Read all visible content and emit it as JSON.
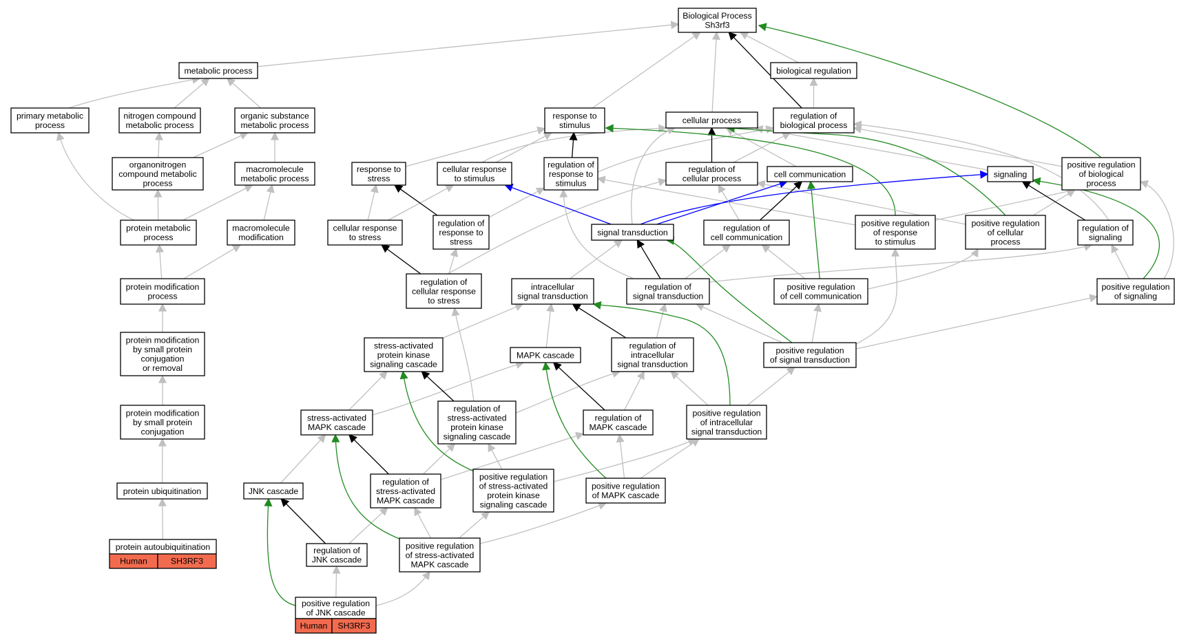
{
  "colors": {
    "is_a": "#c0c0c0",
    "part_of": "#000000",
    "positively_regulates": "#228b22",
    "regulates": "#0000ff",
    "gene_fill": "#f26b4f"
  },
  "nodes": [
    {
      "id": "bp",
      "lines": [
        "Biological Process",
        "Sh3rf3"
      ]
    },
    {
      "id": "metab",
      "lines": [
        "metabolic process"
      ]
    },
    {
      "id": "bioreg",
      "lines": [
        "biological regulation"
      ]
    },
    {
      "id": "primet",
      "lines": [
        "primary metabolic",
        "process"
      ]
    },
    {
      "id": "nitro",
      "lines": [
        "nitrogen compound",
        "metabolic process"
      ]
    },
    {
      "id": "orgsub",
      "lines": [
        "organic substance",
        "metabolic process"
      ]
    },
    {
      "id": "resp",
      "lines": [
        "response to",
        "stimulus"
      ]
    },
    {
      "id": "cellproc",
      "lines": [
        "cellular process"
      ]
    },
    {
      "id": "regbio",
      "lines": [
        "regulation of",
        "biological process"
      ]
    },
    {
      "id": "orgnit",
      "lines": [
        "organonitrogen",
        "compound metabolic",
        "process"
      ]
    },
    {
      "id": "macmet",
      "lines": [
        "macromolecule",
        "metabolic process"
      ]
    },
    {
      "id": "respstress",
      "lines": [
        "response to",
        "stress"
      ]
    },
    {
      "id": "cellresp",
      "lines": [
        "cellular response",
        "to stimulus"
      ]
    },
    {
      "id": "regresp",
      "lines": [
        "regulation of",
        "response to",
        "stimulus"
      ]
    },
    {
      "id": "regcell",
      "lines": [
        "regulation of",
        "cellular process"
      ]
    },
    {
      "id": "cellcomm",
      "lines": [
        "cell communication"
      ]
    },
    {
      "id": "signaling",
      "lines": [
        "signaling"
      ]
    },
    {
      "id": "posregbio",
      "lines": [
        "positive regulation",
        "of biological",
        "process"
      ]
    },
    {
      "id": "protmet",
      "lines": [
        "protein metabolic",
        "process"
      ]
    },
    {
      "id": "macmod",
      "lines": [
        "macromolecule",
        "modification"
      ]
    },
    {
      "id": "cellrespstress",
      "lines": [
        "cellular response",
        "to stress"
      ]
    },
    {
      "id": "regrespstress",
      "lines": [
        "regulation of",
        "response to",
        "stress"
      ]
    },
    {
      "id": "sigtrans",
      "lines": [
        "signal transduction"
      ]
    },
    {
      "id": "regcellcomm",
      "lines": [
        "regulation of",
        "cell communication"
      ]
    },
    {
      "id": "posregresp",
      "lines": [
        "positive regulation",
        "of response",
        "to stimulus"
      ]
    },
    {
      "id": "posregcell",
      "lines": [
        "positive regulation",
        "of cellular",
        "process"
      ]
    },
    {
      "id": "regsig",
      "lines": [
        "regulation of",
        "signaling"
      ]
    },
    {
      "id": "protmod",
      "lines": [
        "protein modification",
        "process"
      ]
    },
    {
      "id": "regcellrespstress",
      "lines": [
        "regulation of",
        "cellular response",
        "to stress"
      ]
    },
    {
      "id": "intrasig",
      "lines": [
        "intracellular",
        "signal transduction"
      ]
    },
    {
      "id": "regsigtrans",
      "lines": [
        "regulation of",
        "signal transduction"
      ]
    },
    {
      "id": "posregcellcomm",
      "lines": [
        "positive regulation",
        "of cell communication"
      ]
    },
    {
      "id": "posregsig",
      "lines": [
        "positive regulation",
        "of signaling"
      ]
    },
    {
      "id": "protmodsmall",
      "lines": [
        "protein modification",
        "by small protein",
        "conjugation",
        "or removal"
      ]
    },
    {
      "id": "sapk",
      "lines": [
        "stress-activated",
        "protein kinase",
        "signaling cascade"
      ]
    },
    {
      "id": "mapk",
      "lines": [
        "MAPK cascade"
      ]
    },
    {
      "id": "regintra",
      "lines": [
        "regulation of",
        "intracellular",
        "signal transduction"
      ]
    },
    {
      "id": "posregsigtrans",
      "lines": [
        "positive regulation",
        "of signal transduction"
      ]
    },
    {
      "id": "protmodconj",
      "lines": [
        "protein modification",
        "by small protein",
        "conjugation"
      ]
    },
    {
      "id": "samapk",
      "lines": [
        "stress-activated",
        "MAPK cascade"
      ]
    },
    {
      "id": "regsapk",
      "lines": [
        "regulation of",
        "stress-activated",
        "protein kinase",
        "signaling cascade"
      ]
    },
    {
      "id": "regmapk",
      "lines": [
        "regulation of",
        "MAPK cascade"
      ]
    },
    {
      "id": "posregintra",
      "lines": [
        "positive regulation",
        "of intracellular",
        "signal transduction"
      ]
    },
    {
      "id": "protubi",
      "lines": [
        "protein ubiquitination"
      ]
    },
    {
      "id": "jnk",
      "lines": [
        "JNK cascade"
      ]
    },
    {
      "id": "regsamapk",
      "lines": [
        "regulation of",
        "stress-activated",
        "MAPK cascade"
      ]
    },
    {
      "id": "posregsapk",
      "lines": [
        "positive regulation",
        "of stress-activated",
        "protein kinase",
        "signaling cascade"
      ]
    },
    {
      "id": "posregmapk",
      "lines": [
        "positive regulation",
        "of MAPK cascade"
      ]
    },
    {
      "id": "protautoubi",
      "lines": [
        "protein autoubiquitination"
      ]
    },
    {
      "id": "regjnk",
      "lines": [
        "regulation of",
        "JNK cascade"
      ]
    },
    {
      "id": "posregsamapk",
      "lines": [
        "positive regulation",
        "of stress-activated",
        "MAPK cascade"
      ]
    },
    {
      "id": "posregjnk",
      "lines": [
        "positive regulation",
        "of JNK cascade"
      ]
    }
  ],
  "gene_annotations": [
    {
      "node": "protautoubi",
      "species": "Human",
      "gene": "SH3RF3"
    },
    {
      "node": "posregjnk",
      "species": "Human",
      "gene": "SH3RF3"
    }
  ],
  "edges": [
    {
      "from": "metab",
      "to": "bp",
      "type": "is_a"
    },
    {
      "from": "resp",
      "to": "bp",
      "type": "is_a"
    },
    {
      "from": "cellproc",
      "to": "bp",
      "type": "is_a"
    },
    {
      "from": "bioreg",
      "to": "bp",
      "type": "is_a"
    },
    {
      "from": "regbio",
      "to": "bp",
      "type": "part_of"
    },
    {
      "from": "posregbio",
      "to": "bp",
      "type": "positively_regulates"
    },
    {
      "from": "primet",
      "to": "metab",
      "type": "is_a"
    },
    {
      "from": "nitro",
      "to": "metab",
      "type": "is_a"
    },
    {
      "from": "orgsub",
      "to": "metab",
      "type": "is_a"
    },
    {
      "from": "regbio",
      "to": "bioreg",
      "type": "is_a"
    },
    {
      "from": "orgnit",
      "to": "nitro",
      "type": "is_a"
    },
    {
      "from": "orgnit",
      "to": "orgsub",
      "type": "is_a"
    },
    {
      "from": "macmet",
      "to": "orgsub",
      "type": "is_a"
    },
    {
      "from": "protmet",
      "to": "primet",
      "type": "is_a"
    },
    {
      "from": "protmet",
      "to": "orgnit",
      "type": "is_a"
    },
    {
      "from": "protmet",
      "to": "macmet",
      "type": "is_a"
    },
    {
      "from": "macmod",
      "to": "macmet",
      "type": "is_a"
    },
    {
      "from": "protmod",
      "to": "protmet",
      "type": "is_a"
    },
    {
      "from": "protmod",
      "to": "macmod",
      "type": "is_a"
    },
    {
      "from": "protmodsmall",
      "to": "protmod",
      "type": "is_a"
    },
    {
      "from": "protmodconj",
      "to": "protmodsmall",
      "type": "is_a"
    },
    {
      "from": "protubi",
      "to": "protmodconj",
      "type": "is_a"
    },
    {
      "from": "protautoubi",
      "to": "protubi",
      "type": "is_a"
    },
    {
      "from": "respstress",
      "to": "resp",
      "type": "is_a"
    },
    {
      "from": "cellresp",
      "to": "resp",
      "type": "is_a"
    },
    {
      "from": "cellresp",
      "to": "cellproc",
      "type": "is_a"
    },
    {
      "from": "regresp",
      "to": "resp",
      "type": "part_of"
    },
    {
      "from": "regresp",
      "to": "regbio",
      "type": "is_a"
    },
    {
      "from": "regcell",
      "to": "cellproc",
      "type": "part_of"
    },
    {
      "from": "regcell",
      "to": "regbio",
      "type": "is_a"
    },
    {
      "from": "cellcomm",
      "to": "cellproc",
      "type": "is_a"
    },
    {
      "from": "signaling",
      "to": "cellproc",
      "type": "is_a"
    },
    {
      "from": "posregbio",
      "to": "regbio",
      "type": "is_a"
    },
    {
      "from": "posregresp",
      "to": "resp",
      "type": "positively_regulates"
    },
    {
      "from": "posregresp",
      "to": "regresp",
      "type": "is_a"
    },
    {
      "from": "posregresp",
      "to": "posregbio",
      "type": "is_a"
    },
    {
      "from": "posregcell",
      "to": "cellproc",
      "type": "positively_regulates"
    },
    {
      "from": "posregcell",
      "to": "regcell",
      "type": "is_a"
    },
    {
      "from": "posregcell",
      "to": "posregbio",
      "type": "is_a"
    },
    {
      "from": "regsig",
      "to": "signaling",
      "type": "part_of"
    },
    {
      "from": "regsig",
      "to": "regbio",
      "type": "is_a"
    },
    {
      "from": "cellrespstress",
      "to": "respstress",
      "type": "is_a"
    },
    {
      "from": "cellrespstress",
      "to": "cellresp",
      "type": "is_a"
    },
    {
      "from": "regrespstress",
      "to": "respstress",
      "type": "part_of"
    },
    {
      "from": "regrespstress",
      "to": "regresp",
      "type": "is_a"
    },
    {
      "from": "regcellrespstress",
      "to": "cellrespstress",
      "type": "part_of"
    },
    {
      "from": "regcellrespstress",
      "to": "regrespstress",
      "type": "is_a"
    },
    {
      "from": "regcellrespstress",
      "to": "regcell",
      "type": "is_a"
    },
    {
      "from": "sigtrans",
      "to": "cellresp",
      "type": "regulates"
    },
    {
      "from": "sigtrans",
      "to": "cellproc",
      "type": "is_a"
    },
    {
      "from": "sigtrans",
      "to": "cellcomm",
      "type": "regulates"
    },
    {
      "from": "sigtrans",
      "to": "signaling",
      "type": "regulates"
    },
    {
      "from": "regcellcomm",
      "to": "cellcomm",
      "type": "part_of"
    },
    {
      "from": "regcellcomm",
      "to": "regcell",
      "type": "is_a"
    },
    {
      "from": "regsigtrans",
      "to": "sigtrans",
      "type": "part_of"
    },
    {
      "from": "regsigtrans",
      "to": "regcellcomm",
      "type": "is_a"
    },
    {
      "from": "regsigtrans",
      "to": "regresp",
      "type": "is_a"
    },
    {
      "from": "regsigtrans",
      "to": "regsig",
      "type": "is_a"
    },
    {
      "from": "posregcellcomm",
      "to": "cellcomm",
      "type": "positively_regulates"
    },
    {
      "from": "posregcellcomm",
      "to": "regcellcomm",
      "type": "is_a"
    },
    {
      "from": "posregcellcomm",
      "to": "posregcell",
      "type": "is_a"
    },
    {
      "from": "posregsig",
      "to": "signaling",
      "type": "positively_regulates"
    },
    {
      "from": "posregsig",
      "to": "regsig",
      "type": "is_a"
    },
    {
      "from": "posregsig",
      "to": "posregbio",
      "type": "is_a"
    },
    {
      "from": "intrasig",
      "to": "sigtrans",
      "type": "is_a"
    },
    {
      "from": "sapk",
      "to": "intrasig",
      "type": "is_a"
    },
    {
      "from": "mapk",
      "to": "intrasig",
      "type": "is_a"
    },
    {
      "from": "regintra",
      "to": "intrasig",
      "type": "part_of"
    },
    {
      "from": "regintra",
      "to": "regsigtrans",
      "type": "is_a"
    },
    {
      "from": "posregsigtrans",
      "to": "sigtrans",
      "type": "positively_regulates"
    },
    {
      "from": "posregsigtrans",
      "to": "regsigtrans",
      "type": "is_a"
    },
    {
      "from": "posregsigtrans",
      "to": "posregcellcomm",
      "type": "is_a"
    },
    {
      "from": "posregsigtrans",
      "to": "posregsig",
      "type": "is_a"
    },
    {
      "from": "posregsigtrans",
      "to": "posregresp",
      "type": "is_a"
    },
    {
      "from": "samapk",
      "to": "sapk",
      "type": "is_a"
    },
    {
      "from": "samapk",
      "to": "mapk",
      "type": "is_a"
    },
    {
      "from": "regsapk",
      "to": "sapk",
      "type": "part_of"
    },
    {
      "from": "regsapk",
      "to": "regintra",
      "type": "is_a"
    },
    {
      "from": "regsapk",
      "to": "regcellrespstress",
      "type": "is_a"
    },
    {
      "from": "regmapk",
      "to": "mapk",
      "type": "part_of"
    },
    {
      "from": "regmapk",
      "to": "regintra",
      "type": "is_a"
    },
    {
      "from": "posregintra",
      "to": "intrasig",
      "type": "positively_regulates"
    },
    {
      "from": "posregintra",
      "to": "regintra",
      "type": "is_a"
    },
    {
      "from": "posregintra",
      "to": "posregsigtrans",
      "type": "is_a"
    },
    {
      "from": "jnk",
      "to": "samapk",
      "type": "is_a"
    },
    {
      "from": "regsamapk",
      "to": "samapk",
      "type": "part_of"
    },
    {
      "from": "regsamapk",
      "to": "regsapk",
      "type": "is_a"
    },
    {
      "from": "regsamapk",
      "to": "regmapk",
      "type": "is_a"
    },
    {
      "from": "posregsapk",
      "to": "sapk",
      "type": "positively_regulates"
    },
    {
      "from": "posregsapk",
      "to": "regsapk",
      "type": "is_a"
    },
    {
      "from": "posregsapk",
      "to": "posregintra",
      "type": "is_a"
    },
    {
      "from": "posregmapk",
      "to": "mapk",
      "type": "positively_regulates"
    },
    {
      "from": "posregmapk",
      "to": "regmapk",
      "type": "is_a"
    },
    {
      "from": "posregmapk",
      "to": "posregintra",
      "type": "is_a"
    },
    {
      "from": "regjnk",
      "to": "jnk",
      "type": "part_of"
    },
    {
      "from": "regjnk",
      "to": "regsamapk",
      "type": "is_a"
    },
    {
      "from": "posregsamapk",
      "to": "samapk",
      "type": "positively_regulates"
    },
    {
      "from": "posregsamapk",
      "to": "regsamapk",
      "type": "is_a"
    },
    {
      "from": "posregsamapk",
      "to": "posregsapk",
      "type": "is_a"
    },
    {
      "from": "posregsamapk",
      "to": "posregmapk",
      "type": "is_a"
    },
    {
      "from": "posregjnk",
      "to": "jnk",
      "type": "positively_regulates"
    },
    {
      "from": "posregjnk",
      "to": "regjnk",
      "type": "is_a"
    },
    {
      "from": "posregjnk",
      "to": "posregsamapk",
      "type": "is_a"
    }
  ]
}
